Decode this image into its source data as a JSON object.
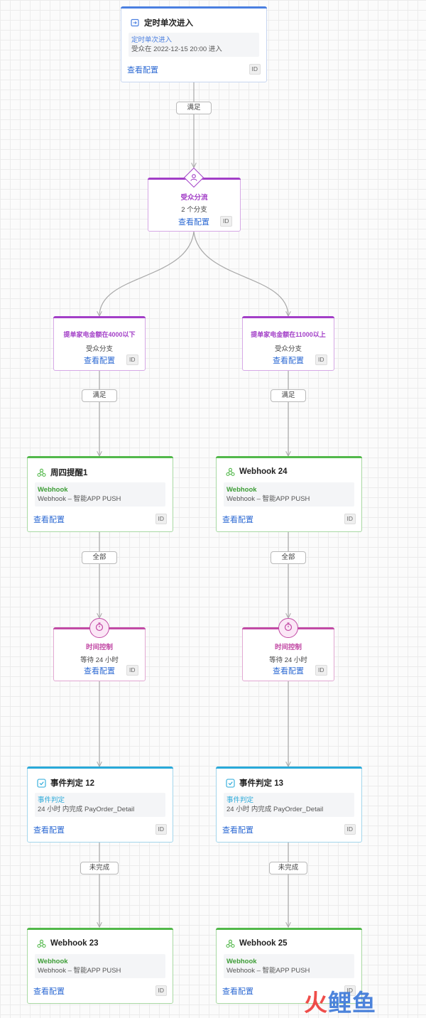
{
  "entry": {
    "title": "定时单次进入",
    "sub_title": "定时单次进入",
    "sub_text": "受众在 2022-12-15 20:00 进入",
    "link": "查看配置",
    "id": "ID"
  },
  "split": {
    "title": "受众分流",
    "sub": "2 个分支",
    "link": "查看配置",
    "id": "ID"
  },
  "branches": [
    {
      "title": "提单家电金额在4000以下",
      "sub": "受众分支",
      "link": "查看配置",
      "id": "ID",
      "cond1": "满足",
      "webhook": {
        "title": "周四提醒1",
        "sub_title": "Webhook",
        "sub_text": "Webhook – 智能APP PUSH",
        "link": "查看配置",
        "id": "ID"
      },
      "cond2": "全部",
      "timer": {
        "title": "时间控制",
        "sub": "等待 24 小时",
        "link": "查看配置",
        "id": "ID"
      },
      "event": {
        "title": "事件判定 12",
        "sub_title": "事件判定",
        "sub_text": "24 小时 内完成 PayOrder_Detail",
        "link": "查看配置",
        "id": "ID"
      },
      "cond3": "未完成",
      "final": {
        "title": "Webhook 23",
        "sub_title": "Webhook",
        "sub_text": "Webhook – 智能APP PUSH",
        "link": "查看配置",
        "id": "ID"
      }
    },
    {
      "title": "提单家电金额在11000以上",
      "sub": "受众分支",
      "link": "查看配置",
      "id": "ID",
      "cond1": "满足",
      "webhook": {
        "title": "Webhook 24",
        "sub_title": "Webhook",
        "sub_text": "Webhook – 智能APP PUSH",
        "link": "查看配置",
        "id": "ID"
      },
      "cond2": "全部",
      "timer": {
        "title": "时间控制",
        "sub": "等待 24 小时",
        "link": "查看配置",
        "id": "ID"
      },
      "event": {
        "title": "事件判定 13",
        "sub_title": "事件判定",
        "sub_text": "24 小时 内完成 PayOrder_Detail",
        "link": "查看配置",
        "id": "ID"
      },
      "cond3": "未完成",
      "final": {
        "title": "Webhook 25",
        "sub_title": "Webhook",
        "sub_text": "Webhook – 智能APP PUSH",
        "link": "查看配置",
        "id": "ID"
      }
    }
  ],
  "entry_condition": "满足",
  "watermark": {
    "part1": "火",
    "part2": "鲤鱼"
  },
  "colors": {
    "entry_blue": "#4a7fe0",
    "purple": "#a23ec7",
    "purple_border": "#d6a8e6",
    "green": "#52b84a",
    "green_border": "#a8d9a2",
    "cyan": "#29a9d9",
    "cyan_border": "#a3d6ec",
    "timer_pink": "#c24aa5",
    "link_blue": "#2d6ad3",
    "watermark_red": "#ee3b37",
    "watermark_blue": "#2e6fd6"
  },
  "icons": {
    "entry": "calendar-enter-icon",
    "split": "user-split-icon",
    "webhook": "webhook-icon",
    "timer": "stopwatch-icon",
    "event": "event-check-icon"
  }
}
